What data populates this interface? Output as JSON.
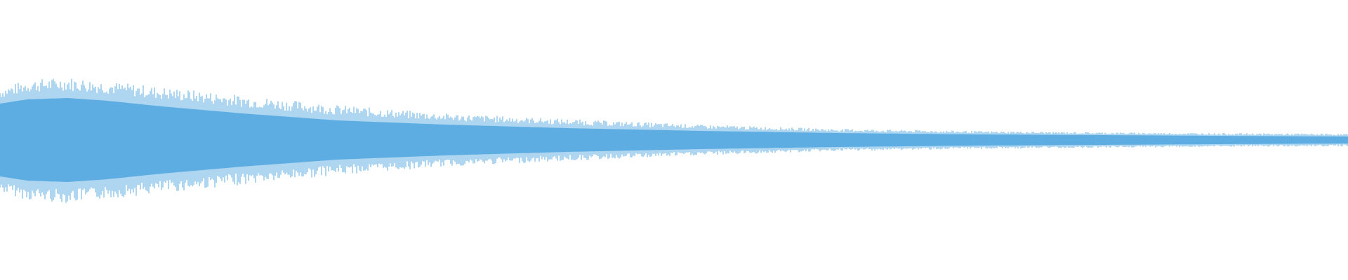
{
  "chart_data": {
    "type": "area",
    "title": "",
    "xlabel": "",
    "ylabel": "",
    "grid": false,
    "legend": "none",
    "colors": {
      "waveform": "#5dade2",
      "background": "#ffffff"
    },
    "xlim": [
      0,
      1
    ],
    "ylim": [
      -1,
      1
    ],
    "envelope": {
      "x": [
        0.0,
        0.02,
        0.05,
        0.08,
        0.12,
        0.18,
        0.25,
        0.33,
        0.42,
        0.52,
        0.62,
        0.72,
        0.82,
        0.9,
        1.0
      ],
      "outer": [
        0.37,
        0.43,
        0.45,
        0.42,
        0.38,
        0.32,
        0.25,
        0.19,
        0.15,
        0.11,
        0.08,
        0.065,
        0.055,
        0.05,
        0.045
      ],
      "inner": [
        0.26,
        0.29,
        0.3,
        0.28,
        0.24,
        0.19,
        0.14,
        0.11,
        0.085,
        0.065,
        0.05,
        0.04,
        0.035,
        0.03,
        0.025
      ]
    }
  }
}
